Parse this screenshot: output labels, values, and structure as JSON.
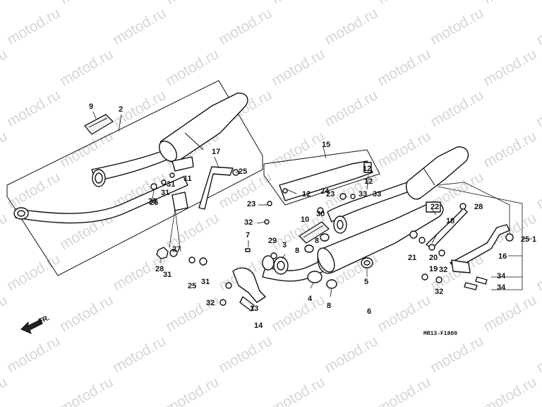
{
  "watermark": "motod.ru",
  "front_label": "FR.",
  "diagram_code": "MR13-F1800",
  "callouts": [
    "1",
    "2",
    "3",
    "4",
    "5",
    "6",
    "7",
    "8",
    "8",
    "8",
    "9",
    "10",
    "11",
    "12",
    "12",
    "12",
    "13",
    "14",
    "15",
    "16",
    "17",
    "18",
    "19",
    "20",
    "21",
    "22",
    "23",
    "23",
    "23",
    "24",
    "25",
    "25",
    "25",
    "26",
    "27",
    "28",
    "28",
    "29",
    "30",
    "31",
    "31",
    "31",
    "31",
    "32",
    "32",
    "32",
    "32",
    "33",
    "33",
    "34",
    "34"
  ]
}
